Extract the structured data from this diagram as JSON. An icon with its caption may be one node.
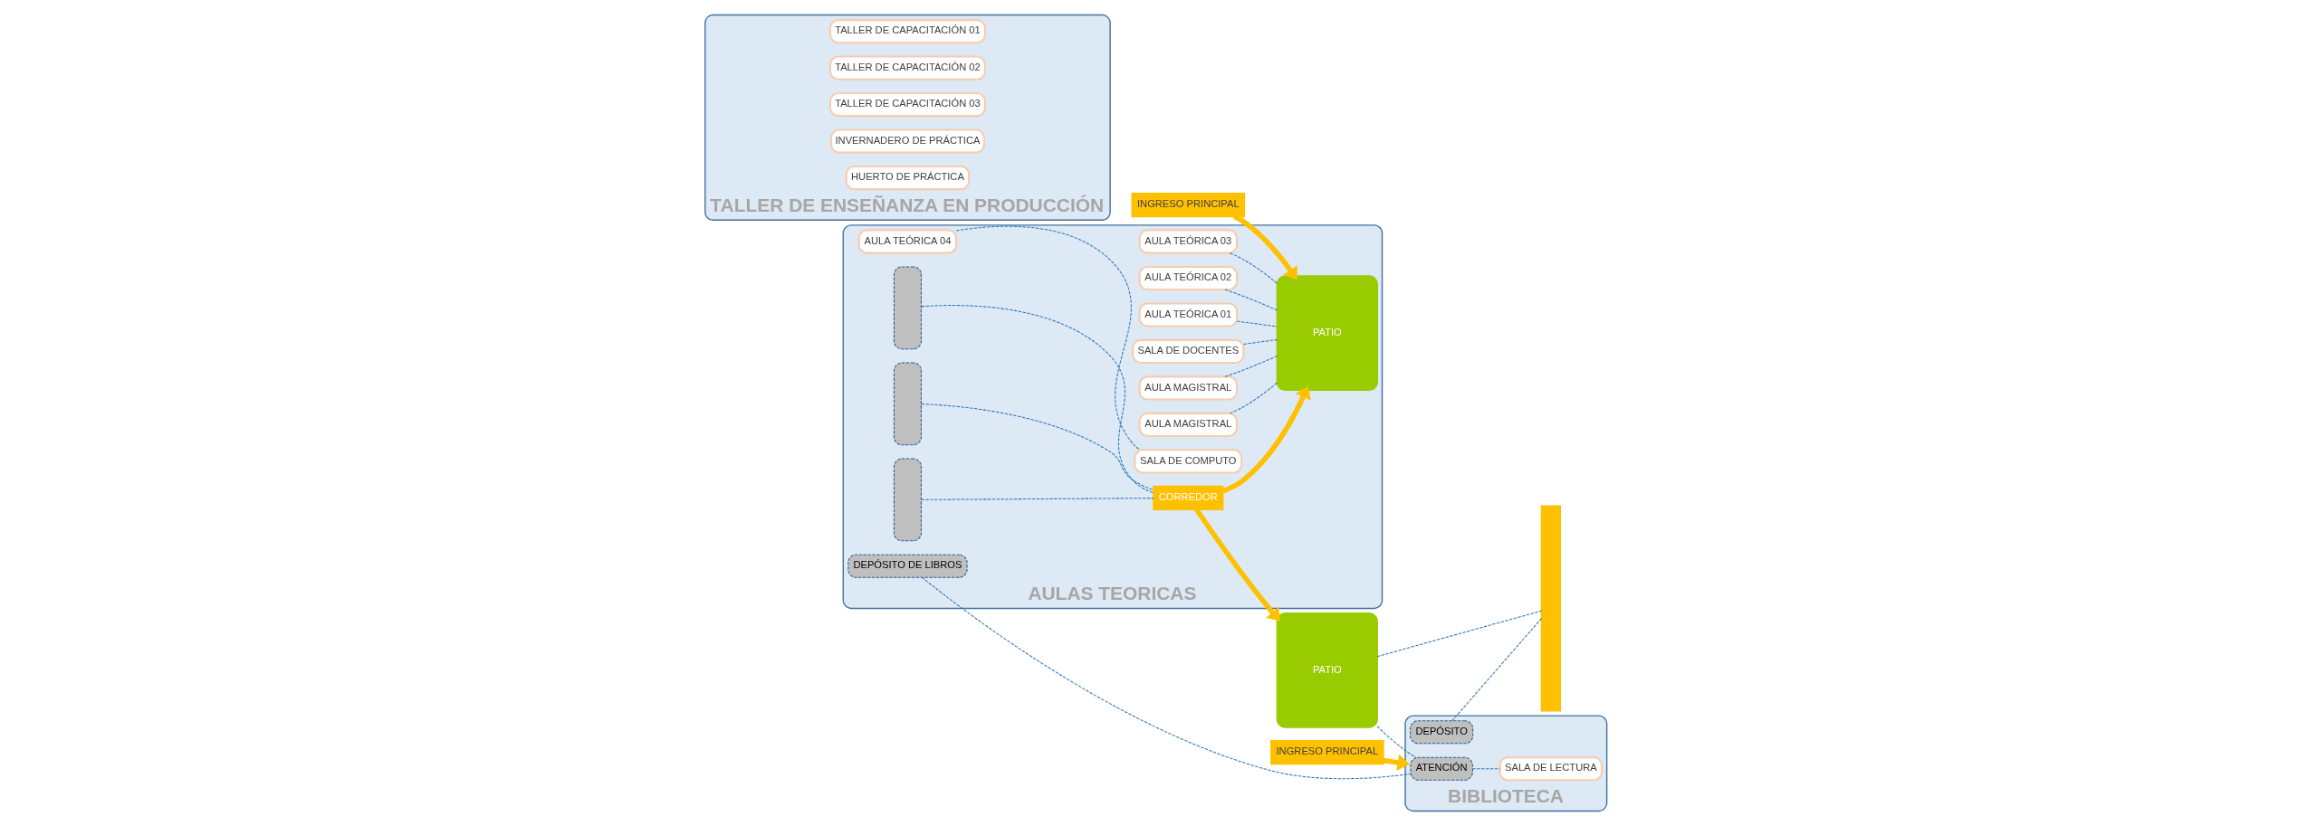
{
  "diagram": {
    "nodes": [
      {
        "text": [
          "AULAS TEORICAS"
        ]
      },
      {
        "text": [
          "AULA TEÓRICA 03"
        ],
        "in": 0
      },
      {
        "text": [
          "AULA TEÓRICA 02"
        ],
        "in": 0
      },
      {
        "text": [
          "AULA TEÓRICA 01"
        ],
        "in": 0
      },
      {
        "text": [
          "SALA DE DOCENTES"
        ],
        "in": 0
      },
      {
        "text": [
          "AULA MAGISTRAL"
        ],
        "in": 0
      },
      {
        "text": [
          "AULA MAGISTRAL"
        ],
        "in": 0
      },
      {
        "text": [
          "PATIO"
        ],
        "in": 0
      },
      {
        "text": [
          "AULA TEÓRICA 04"
        ],
        "in": 0
      },
      {
        "text": [
          "SALA DE COMPUTO"
        ],
        "in": 0
      },
      {
        "text": [
          "CORREDOR"
        ],
        "in": 0
      },
      {
        "text": [],
        "shape": "bar",
        "in": 0
      },
      {
        "text": [],
        "shape": "bar",
        "in": 0
      },
      {
        "text": [],
        "shape": "bar",
        "in": 0
      },
      {
        "text": [
          "DEPÓSITO DE LIBROS"
        ],
        "in": 0
      },
      {
        "text": [
          "PATIO"
        ]
      },
      {
        "text": [],
        "shape": "bar"
      },
      {
        "text": [
          "INGRESO PRINCIPAL"
        ]
      },
      {
        "text": [
          "BIBLIOTECA"
        ]
      },
      {
        "text": [
          "ATENCIÓN"
        ],
        "in": 18
      },
      {
        "text": [
          "SALA DE LECTURA"
        ],
        "in": 18
      },
      {
        "text": [
          "DEPÓSITO"
        ],
        "in": 18
      },
      {
        "text": [
          "TALLER DE ENSEÑANZA EN PRODUCCIÓN"
        ]
      },
      {
        "text": [
          "TALLER DE CAPACITACIÓN 01"
        ],
        "in": 22
      },
      {
        "text": [
          "TALLER DE CAPACITACIÓN 02"
        ],
        "in": 22
      },
      {
        "text": [
          "TALLER DE CAPACITACIÓN 03"
        ],
        "in": 22
      },
      {
        "text": [
          "INVERNADERO DE PRÁCTICA"
        ],
        "in": 22
      },
      {
        "text": [
          "HUERTO DE PRÁCTICA"
        ],
        "in": 22
      },
      {
        "text": [
          "INGRESO PRINCIPAL"
        ]
      }
    ],
    "edges": [
      {
        "from": 1,
        "to": 7,
        "arrow": "none",
        "style": "dashed"
      },
      {
        "from": 2,
        "to": 7,
        "arrow": "none",
        "style": "dashed"
      },
      {
        "from": 3,
        "to": 7,
        "arrow": "none",
        "style": "dashed"
      },
      {
        "from": 4,
        "to": 7,
        "arrow": "none",
        "style": "dashed"
      },
      {
        "from": 5,
        "to": 7,
        "arrow": "none",
        "style": "dashed"
      },
      {
        "from": 6,
        "to": 7,
        "arrow": "none",
        "style": "dashed"
      },
      {
        "from": 8,
        "to": 9,
        "arrow": "none",
        "style": "dashed"
      },
      {
        "from": 10,
        "to": 7,
        "arrow": "to",
        "style": "thick",
        "color": "#ffc000"
      },
      {
        "from": 10,
        "to": 15,
        "arrow": "to",
        "style": "thick",
        "color": "#ffc000"
      },
      {
        "from": 11,
        "to": 10,
        "arrow": "none",
        "style": "dashed"
      },
      {
        "from": 12,
        "to": 10,
        "arrow": "none",
        "style": "dashed"
      },
      {
        "from": 13,
        "to": 10,
        "arrow": "none",
        "style": "dashed"
      },
      {
        "from": 15,
        "to": 16,
        "arrow": "none",
        "style": "dashed"
      },
      {
        "from": 15,
        "to": 19,
        "arrow": "none",
        "style": "dashed"
      },
      {
        "from": 14,
        "to": 19,
        "arrow": "none",
        "style": "dashed"
      },
      {
        "from": 19,
        "to": 20,
        "arrow": "none",
        "style": "dashed"
      },
      {
        "from": 21,
        "to": 16,
        "arrow": "none",
        "style": "dashed"
      },
      {
        "from": 17,
        "to": 18,
        "arrow": "to",
        "style": "thick",
        "color": "#ffc000"
      },
      {
        "from": 28,
        "to": 7,
        "arrow": "to",
        "style": "thick",
        "color": "#ffc000"
      }
    ]
  }
}
